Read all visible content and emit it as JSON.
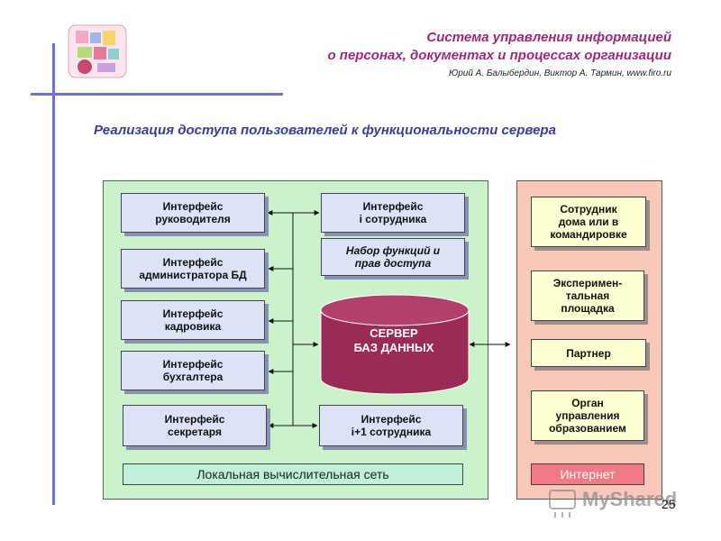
{
  "header": {
    "title_line1": "Система управления информацией",
    "title_line2": "о персонах, документах и процессах организации",
    "authors": "Юрий А. Балыбердин, Виктор А. Тармин, www.firo.ru"
  },
  "subtitle": "Реализация доступа пользователей к функциональности сервера",
  "interfaces_left": [
    "Интерфейс\nруководителя",
    "Интерфейс\nадминистратора БД",
    "Интерфейс\nкадровика",
    "Интерфейс\nбухгалтера",
    "Интерфейс\nсекретаря"
  ],
  "interfaces_right": {
    "top": "Интерфейс\ni сотрудника",
    "functions": "Набор функций и\nправ доступа",
    "bottom": "Интерфейс\ni+1 сотрудника"
  },
  "server": "СЕРВЕР\nБАЗ ДАННЫХ",
  "external": [
    "Сотрудник\nдома или в\nкомандировке",
    "Эксперимен-\nтальная\nплощадка",
    "Партнер",
    "Орган\nуправления\nобразованием"
  ],
  "lan_label": "Локальная вычислительная сеть",
  "internet_label": "Интернет",
  "watermark": "MyShared",
  "page_number": "25",
  "colors": {
    "title": "#a0287a",
    "subtitle": "#3c3c9c",
    "server": "#a8325e",
    "local_panel": "#ccf2cc",
    "external_panel": "#f7c7b7",
    "internet": "#f17a86"
  }
}
